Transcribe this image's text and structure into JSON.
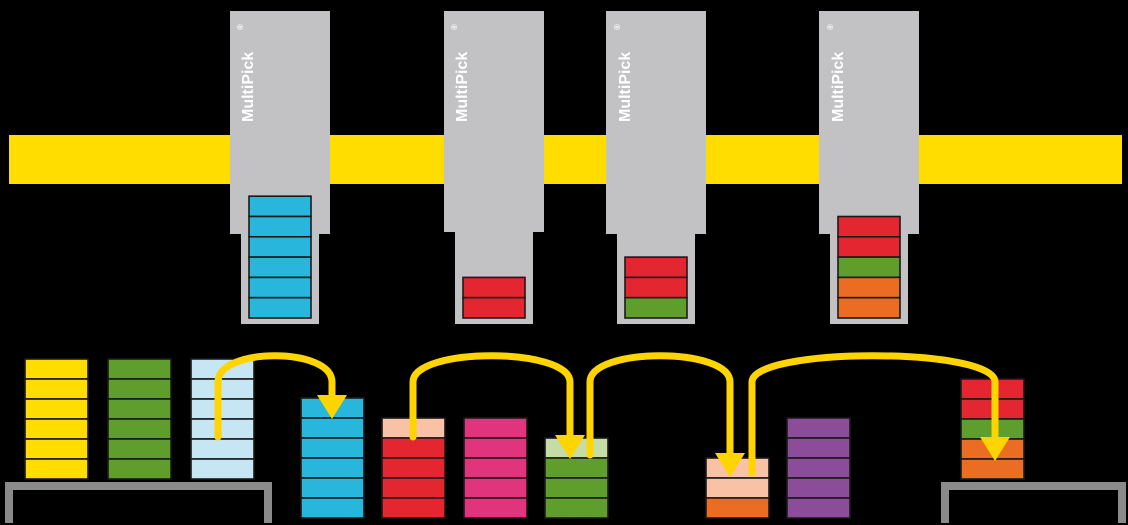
{
  "picker_label": "MultiPick",
  "registered_mark": "®",
  "colors": {
    "background": "#000000",
    "rail": "#ffdd00",
    "picker_body": "#c2c2c4",
    "tray": "#8a8a8a",
    "arrow": "#ffd400",
    "crate_stroke": "#1a1a1a"
  },
  "palette": {
    "yellow": "#ffdd00",
    "green": "#5f9e2c",
    "light_blue": "#c6e6f4",
    "cyan": "#29b6dc",
    "peach": "#f9c1a5",
    "red": "#e3262f",
    "magenta": "#e0347c",
    "light_green": "#c5dca6",
    "orange": "#eb6d24",
    "purple": "#8b4c9a"
  },
  "pickers": [
    {
      "id": "picker-1",
      "load": [
        "cyan",
        "cyan",
        "cyan",
        "cyan",
        "cyan",
        "cyan"
      ]
    },
    {
      "id": "picker-2",
      "load": [
        "red",
        "red"
      ]
    },
    {
      "id": "picker-3",
      "load": [
        "red",
        "red",
        "green"
      ]
    },
    {
      "id": "picker-4",
      "load": [
        "red",
        "red",
        "green",
        "orange",
        "orange"
      ]
    }
  ],
  "floor_stacks": [
    {
      "id": "stack-1",
      "crates": [
        "yellow",
        "yellow",
        "yellow",
        "yellow",
        "yellow",
        "yellow"
      ]
    },
    {
      "id": "stack-2",
      "crates": [
        "green",
        "green",
        "green",
        "green",
        "green",
        "green"
      ]
    },
    {
      "id": "stack-3",
      "crates": [
        "light_blue",
        "light_blue",
        "light_blue",
        "light_blue",
        "light_blue",
        "light_blue"
      ]
    },
    {
      "id": "stack-4",
      "crates": [
        "cyan",
        "cyan",
        "cyan",
        "cyan",
        "cyan",
        "cyan"
      ]
    },
    {
      "id": "stack-5",
      "crates": [
        "peach",
        "red",
        "red",
        "red",
        "red"
      ]
    },
    {
      "id": "stack-6",
      "crates": [
        "magenta",
        "magenta",
        "magenta",
        "magenta",
        "magenta"
      ]
    },
    {
      "id": "stack-7",
      "crates": [
        "light_green",
        "green",
        "green",
        "green"
      ]
    },
    {
      "id": "stack-8",
      "crates": [
        "peach",
        "peach",
        "orange"
      ]
    },
    {
      "id": "stack-9",
      "crates": [
        "purple",
        "purple",
        "purple",
        "purple",
        "purple"
      ]
    },
    {
      "id": "stack-10",
      "crates": [
        "red",
        "red",
        "green",
        "orange",
        "orange"
      ]
    }
  ],
  "transfers": [
    {
      "from": "stack-3",
      "to": "stack-4"
    },
    {
      "from": "stack-5",
      "to": "stack-7"
    },
    {
      "from": "stack-7",
      "to": "stack-8"
    },
    {
      "from": "stack-8",
      "to": "stack-10"
    }
  ]
}
